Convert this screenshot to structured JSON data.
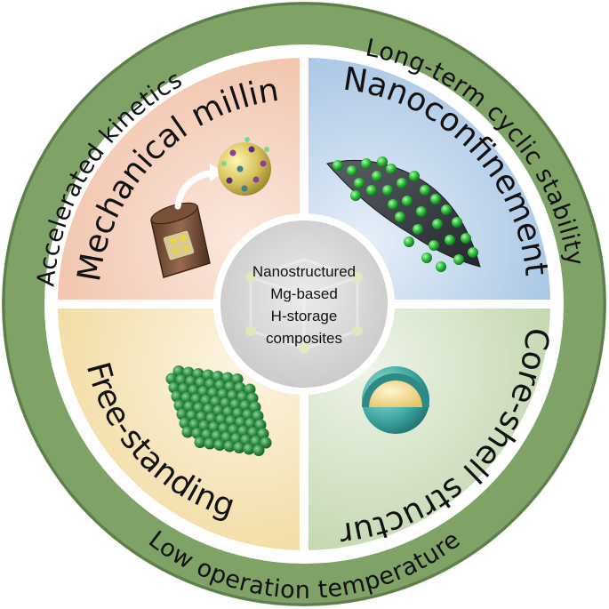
{
  "diagram": {
    "center": {
      "lines": [
        "Nanostructured",
        "Mg-based",
        "H-storage",
        "composites"
      ]
    },
    "ring": {
      "top_left": "Accelerated  kinetics",
      "top_right": "Long-term cyclic stability",
      "bottom": "Low operation temperature"
    },
    "quadrants": {
      "top_left": "Mechanical milling",
      "top_right": "Nanoconfinement",
      "bottom_right": "Core-shell structure",
      "bottom_left": "Free-standing"
    },
    "colors": {
      "ring": "#7fa267",
      "ring_edge": "#5e7d4a",
      "quad_tl": "#f3c9b3",
      "quad_tr": "#b8d0e8",
      "quad_br": "#cfe0bf",
      "quad_bl": "#f6e2b2",
      "center": "#d8d8d8",
      "sphere_green": "#2f9f4a"
    }
  }
}
